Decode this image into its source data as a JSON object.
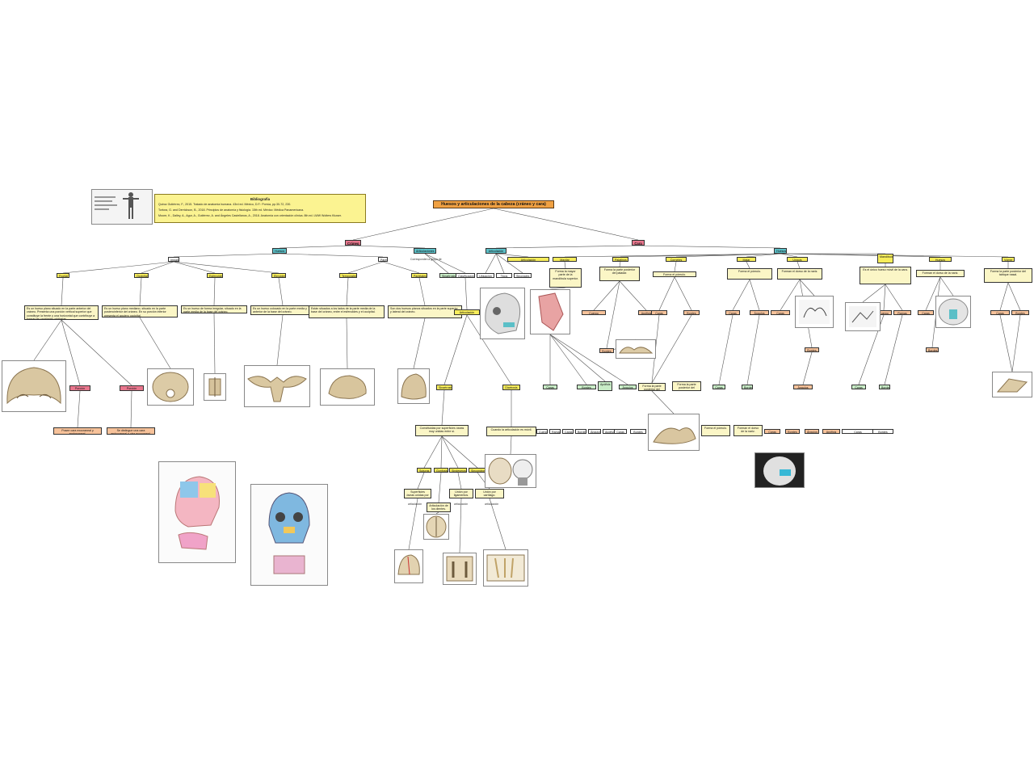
{
  "title": "Huesos y articulaciones de la cabeza (cráneo y cara)",
  "branches": {
    "craneo": "Cráneo",
    "cara": "Cara"
  },
  "craneo": {
    "huesos": "Huesos",
    "articulaciones": "Articulaciones",
    "impares": "Impares",
    "pares": "Pares",
    "frontal": "Frontal",
    "occipital": "Occipital",
    "esfenoides": "Esfenoides",
    "etmoides": "Etmoides",
    "temporales": "Temporales",
    "parietales": "Parietales",
    "conexion": "Corresponden a grupo de",
    "desc_frontal": "Es un hueso plano situado en la parte anterior del cráneo. Presenta una porción vertical superior que constituye la frente y una horizontal que contribuye a formar las cavidades orbitarias.",
    "desc_occipital": "Es un hueso plano mediano, situado en la parte posteroinferior del cráneo. En su porción inferior presenta el agujero occipital.",
    "desc_esfenoides": "Es un hueso de forma irregular, situado en la parte media de la base del cráneo.",
    "desc_etmoides": "Es un hueso colocado en la parte media y anterior de la base del cráneo.",
    "desc_temporales": "Están situados a los lados de la parte media de la base del cráneo, entre el esfenoides y el occipital.",
    "desc_parietales": "Son dos huesos planos situados en la parte superior y lateral del cráneo.",
    "porcion_vertical": "Porción vertical",
    "porcion_horizontal": "Porción horizontal",
    "note_vertical": "Posee cara exocraneal y endocraneal.",
    "note_horizontal": "Se distingue una cara endocraneal y otra exocraneal."
  },
  "articulaciones": {
    "fijas": "Sinartrosis",
    "moviles": "Diartrosis",
    "atm_label": "Articulación temporomandibular",
    "ubicacion": "Ubicación",
    "tipos": "Tipos",
    "clasificacion": "Clasificación",
    "fibrosa": "Fibrosas",
    "cartilago": "Cartilaginosas",
    "sinovial": "Sinoviales",
    "desc_fijas": "Constituidas por superficies óseas muy unidas entre sí.",
    "desc_moviles": "Cuando la articulación es móvil.",
    "suturas": "Suturas",
    "gonfosis": "Gonfosis",
    "sindesmosis": "Sindesmosis",
    "sincondrosis": "Sincondrosis",
    "desc_suturas": "Superficies óseas unidas por tejido fibroso.",
    "desc_gonfosis": "Articulación de los dientes.",
    "desc_sindesmosis": "Unión por ligamentos.",
    "desc_sincondrosis": "Unión por cartílago.",
    "articulacion": "articulación"
  },
  "cara": {
    "huesos": "Huesos",
    "maxilar_superior": "Maxilar superior",
    "mandibula": "Mandíbula",
    "palatinos": "Palatinos",
    "malar": "Malar",
    "unguis": "Unguis",
    "huesos_nasales": "Huesos nasales",
    "vomer": "Vómer",
    "cornetes": "Cornetes inferiores",
    "desc_maxilar": "Forma la mayor parte de la mandíbula superior.",
    "desc_mandibula": "Es el único hueso móvil de la cara.",
    "desc_palatinos": "Forma la parte posterior del paladar.",
    "desc_malar": "Forma el pómulo.",
    "desc_nasales": "Forman el dorso de la nariz.",
    "desc_vomer": "Forma la parte posterior del tabique nasal.",
    "cuerpo": "Cuerpo",
    "ramas": "Ramas",
    "apofisis": "Apófisis",
    "caras": "Caras",
    "bordes": "Bordes",
    "angulos": "Ángulos"
  },
  "bibliografia": {
    "heading": "Bibliografía",
    "lines": [
      "Quiroz Gutiérrez, F., 2015. Tratado de anatomía humana. 43rd ed. México, D.F.: Porrúa, pp.30-72, 230.",
      "Tortora, G. and Derrickson, B., 2018. Principios de anatomía y fisiología. 15th ed. México: Médica Panamericana.",
      "Moore, K., Dalley, A., Agur, A., Gutiérrez, A. and Ángeles Castellanos, A., 2018. Anatomía con orientación clínica. 8th ed. LWW Wolters Kluwer."
    ]
  }
}
